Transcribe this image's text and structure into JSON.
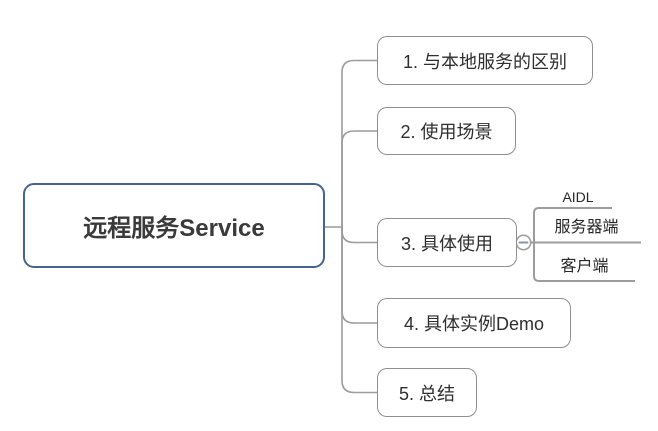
{
  "root": {
    "label": "远程服务Service"
  },
  "branches": [
    {
      "label": "1. 与本地服务的区别"
    },
    {
      "label": "2. 使用场景"
    },
    {
      "label": "3. 具体使用",
      "children": [
        {
          "label": "AIDL"
        },
        {
          "label": "服务器端"
        },
        {
          "label": "客户端"
        }
      ]
    },
    {
      "label": "4. 具体实例Demo"
    },
    {
      "label": "5. 总结"
    }
  ],
  "colors": {
    "background": "#ffffff",
    "root_border": "#46648e",
    "root_text": "#3a3a3a",
    "branch_border": "#8f8f8f",
    "branch_text": "#2e2e2e",
    "line": "#9c9c9c",
    "toggle_fill": "#ffffff",
    "minus": "#8494ab"
  }
}
